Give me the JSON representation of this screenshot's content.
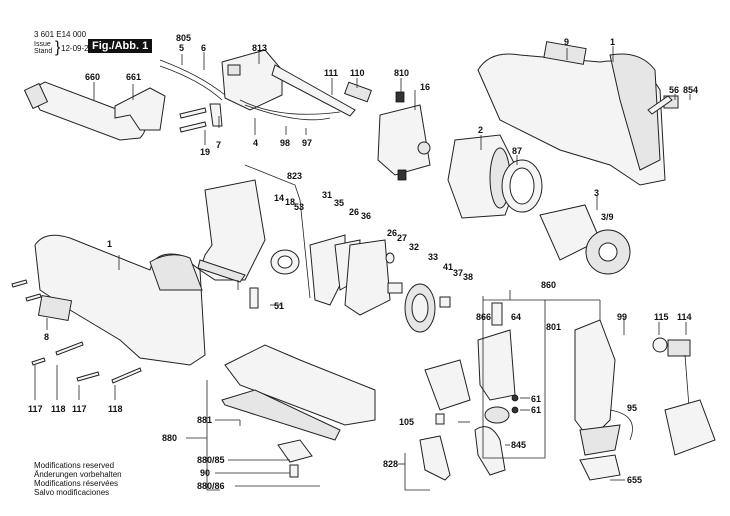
{
  "header": {
    "document_number": "3 601 E14 000",
    "issue_label": "Issue",
    "stand_label": "Stand",
    "date": "12-09-27",
    "figure_label": "Fig./Abb. 1"
  },
  "footer": {
    "notes": [
      "Modifications reserved",
      "Änderungen vorbehalten",
      "Modifications réservées",
      "Salvo modificaciones"
    ]
  },
  "part_labels": {
    "p805": "805",
    "p5": "5",
    "p6": "6",
    "p813": "813",
    "p111": "111",
    "p110": "110",
    "p810": "810",
    "p16": "16",
    "p9": "9",
    "p1a": "1",
    "p56": "56",
    "p854": "854",
    "p660": "660",
    "p661": "661",
    "p7": "7",
    "p19": "19",
    "p4": "4",
    "p98": "98",
    "p97": "97",
    "p2": "2",
    "p87": "87",
    "p3": "3",
    "p3_9": "3/9",
    "p823": "823",
    "p14": "14",
    "p18": "18",
    "p53": "53",
    "p51": "51",
    "p31": "31",
    "p35": "35",
    "p26a": "26",
    "p36": "36",
    "p26b": "26",
    "p27": "27",
    "p32": "32",
    "p33": "33",
    "p41": "41",
    "p37": "37",
    "p38": "38",
    "p1b": "1",
    "p8": "8",
    "p117a": "117",
    "p118a": "118",
    "p117b": "117",
    "p118b": "118",
    "p881": "881",
    "p880": "880",
    "p880_85": "880/85",
    "p90": "90",
    "p880_86": "880/86",
    "p860": "860",
    "p866": "866",
    "p64": "64",
    "p801": "801",
    "p61a": "61",
    "p61b": "61",
    "p105": "105",
    "p845": "845",
    "p828": "828",
    "p99": "99",
    "p115": "115",
    "p114": "114",
    "p95": "95",
    "p655": "655"
  }
}
